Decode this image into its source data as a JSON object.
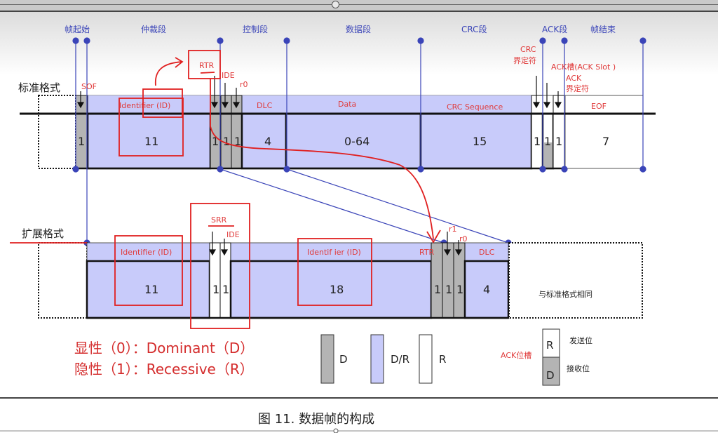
{
  "segments_header": {
    "sof": "帧起始",
    "arbitration": "仲裁段",
    "control": "控制段",
    "data": "数据段",
    "crc": "CRC段",
    "ack": "ACK段",
    "eof": "帧结束"
  },
  "standard_format": {
    "title": "标准格式",
    "field_labels": {
      "sof": "SOF",
      "identifier": "Identifier (ID)",
      "rtr": "RTR",
      "ide": "IDE",
      "r0": "r0",
      "dlc": "DLC",
      "data": "Data",
      "crc_sequence": "CRC Sequence",
      "crc_delimiter": "CRC\n界定符",
      "crc_delimiter_line1": "CRC",
      "crc_delimiter_line2": "界定符",
      "ack_slot": "ACK槽(ACK Slot )",
      "ack_delimiter_line1": "ACK",
      "ack_delimiter_line2": "界定符",
      "eof": "EOF"
    },
    "bit_counts": {
      "sof": "1",
      "identifier": "11",
      "rtr": "1",
      "ide": "1",
      "r0": "1",
      "dlc": "4",
      "data": "0-64",
      "crc_sequence": "15",
      "crc_delimiter": "1",
      "ack_slot": "1",
      "ack_delimiter": "1",
      "eof": "7"
    }
  },
  "extended_format": {
    "title": "扩展格式",
    "field_labels": {
      "identifier_base": "Identifier (ID)",
      "srr": "SRR",
      "ide": "IDE",
      "identifier_ext": "Identif ier (ID)",
      "rtr": "RTR",
      "r1": "r1",
      "r0": "r0",
      "dlc": "DLC"
    },
    "bit_counts": {
      "identifier_base": "11",
      "srr": "1",
      "ide": "1",
      "identifier_ext": "18",
      "rtr": "1",
      "r1": "1",
      "r0": "1",
      "dlc": "4"
    },
    "same_as_standard": "与标准格式相同"
  },
  "legend": {
    "dominant_line": "显性（0）：Dominant（D）",
    "recessive_line": "隐性（1）：Recessive（R）",
    "d_label": "D",
    "dr_label": "D/R",
    "r_label": "R",
    "ack_slot_label": "ACK位槽",
    "ack_r": "R",
    "ack_d": "D",
    "send_bit": "发送位",
    "receive_bit": "接收位"
  },
  "caption": "图 11.   数据帧的构成",
  "colors": {
    "dominant": "#b4b4b4",
    "dominant_or_recessive": "#c8cbfa",
    "recessive": "#ffffff",
    "segment_marker": "#3a44b8",
    "annotation_red": "#e03a3a"
  }
}
